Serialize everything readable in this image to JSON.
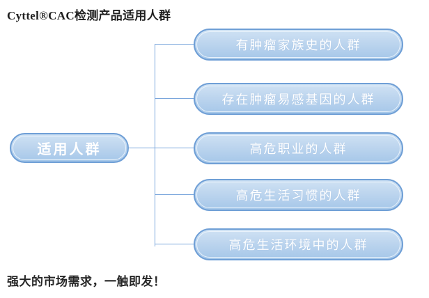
{
  "title": "Cyttel®CAC检测产品适用人群",
  "footer": "强大的市场需求，一触即发！",
  "diagram": {
    "root": {
      "label": "适用人群"
    },
    "branches": [
      {
        "label": "有肿瘤家族史的人群"
      },
      {
        "label": "存在肿瘤易感基因的人群"
      },
      {
        "label": "高危职业的人群"
      },
      {
        "label": "高危生活习惯的人群"
      },
      {
        "label": "高危生活环境中的人群"
      }
    ],
    "colors": {
      "node_border": "#6f9fd6",
      "node_fill_top": "#cfe2f4",
      "node_fill_bottom": "#a5c7e9",
      "node_inner_outline": "#e9f2fb",
      "node_text": "#ffffff",
      "connector": "#7aa6dc",
      "text_ink": "#1f1f1f"
    }
  }
}
